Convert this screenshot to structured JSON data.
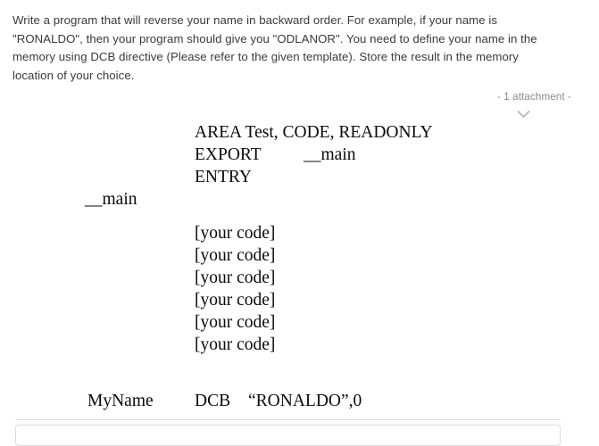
{
  "question": {
    "body": "Write a program that will reverse your name in backward order. For example, if your name is \"RONALDO\", then your program should give you \"ODLANOR\". You need to define your name in the memory using DCB directive (Please refer to the given template). Store the result in the memory location of your choice."
  },
  "attachment": {
    "label": "-  1 attachment  -",
    "expand_icon": "chevron-down-icon"
  },
  "code": {
    "lines": [
      {
        "label": "",
        "op": "AREA Test, CODE, READONLY",
        "arg": ""
      },
      {
        "label": "",
        "op": "EXPORT",
        "arg": "__main"
      },
      {
        "label": "",
        "op": "ENTRY",
        "arg": ""
      },
      {
        "label": "__main",
        "op": "",
        "arg": ""
      },
      {
        "label": "",
        "op": "[your code]",
        "arg": ""
      },
      {
        "label": "",
        "op": "[your code]",
        "arg": ""
      },
      {
        "label": "",
        "op": "[your code]",
        "arg": ""
      },
      {
        "label": "",
        "op": "[your code]",
        "arg": ""
      },
      {
        "label": "",
        "op": "[your code]",
        "arg": ""
      },
      {
        "label": "",
        "op": "[your code]",
        "arg": ""
      }
    ],
    "data_line": {
      "label": "MyName",
      "op": "DCB",
      "arg": "“RONALDO”,0"
    }
  },
  "colors": {
    "page_background": "#ffffff",
    "body_text": "#3a3a3c",
    "code_text": "#0a0a0a",
    "muted_text": "#8a8a8e",
    "divider": "#dedede",
    "panel_border": "#dcdcdc"
  }
}
